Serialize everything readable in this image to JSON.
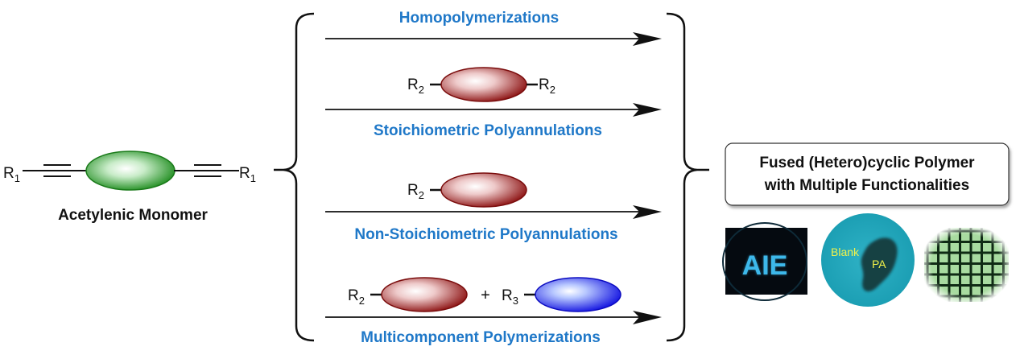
{
  "monomer": {
    "left_group": "R",
    "left_sub": "1",
    "right_group": "R",
    "right_sub": "1",
    "core_color": "#1a8a1a",
    "label": "Acetylenic Monomer"
  },
  "routes": [
    {
      "label": "Homopolymerizations",
      "label_position": "above"
    },
    {
      "label": "Stoichiometric Polyannulations",
      "label_position": "below",
      "reagent": {
        "left": "R",
        "left_sub": "2",
        "right": "R",
        "right_sub": "2",
        "color": "#8b1010"
      }
    },
    {
      "label": "Non-Stoichiometric Polyannulations",
      "label_position": "below",
      "reagent": {
        "left": "R",
        "left_sub": "2",
        "color": "#8b1010"
      }
    },
    {
      "label": "Multicomponent Polymerizations",
      "label_position": "below",
      "reagent": {
        "left": "R",
        "left_sub": "2",
        "color": "#8b1010"
      },
      "plus": "+",
      "reagent2": {
        "left": "R",
        "left_sub": "3",
        "color": "#1010e0"
      }
    }
  ],
  "product": {
    "line1": "Fused (Hetero)cyclic Polymer",
    "line2": "with Multiple Functionalities"
  },
  "photos": [
    {
      "name": "aie-photo",
      "text": "AIE"
    },
    {
      "name": "fingerprint-photo",
      "text1": "Blank",
      "text2": "PA"
    },
    {
      "name": "grid-pattern-photo"
    }
  ],
  "colors": {
    "route_label": "#1f78c8",
    "red_core": "#8b1010",
    "blue_core": "#1010e0",
    "green_core": "#1a8a1a"
  }
}
